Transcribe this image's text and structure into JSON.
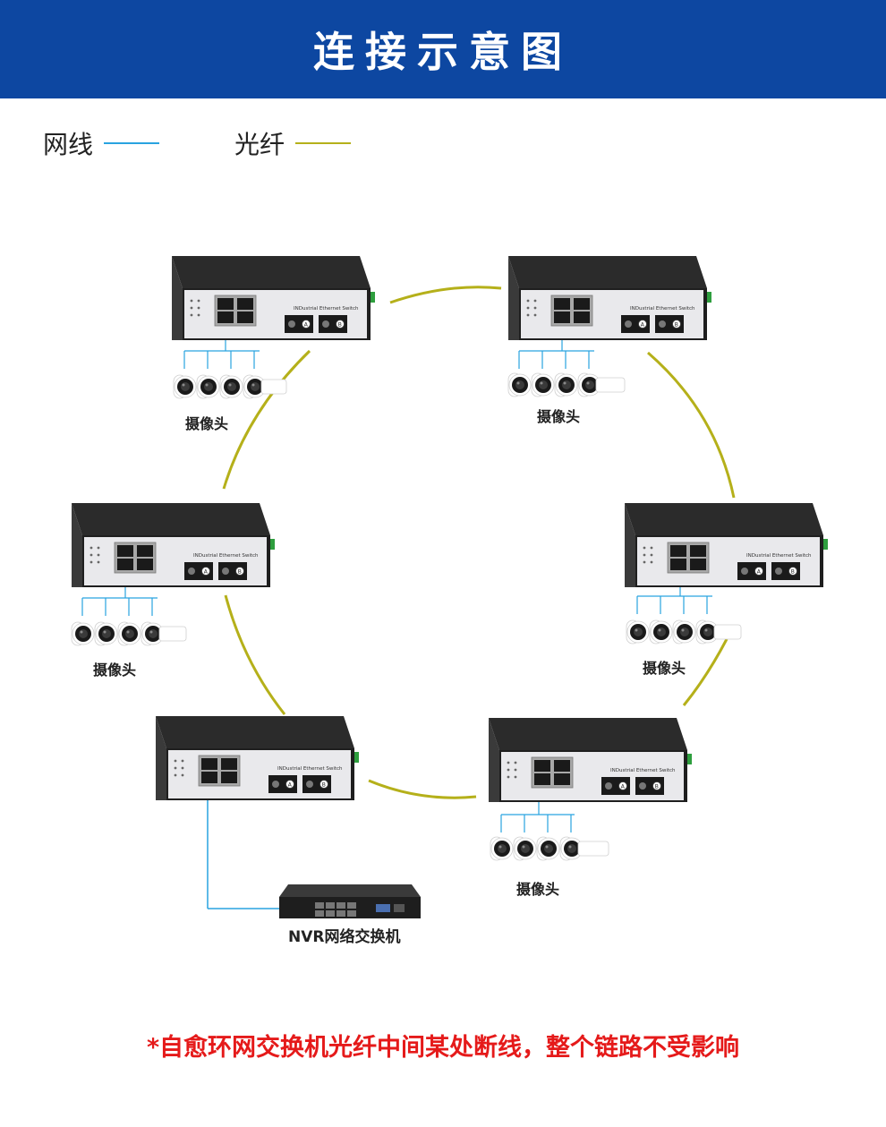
{
  "header": {
    "title": "连接示意图"
  },
  "legend": {
    "network_cable": {
      "label": "网线",
      "color": "#29a3e0"
    },
    "fiber": {
      "label": "光纤",
      "color": "#b5b01a"
    }
  },
  "switch_panel_text": "INDustrial Ethernet Switch",
  "fiber_port_labels": [
    "A",
    "B"
  ],
  "camera_label": "摄像头",
  "nvr_label": "NVR网络交换机",
  "footer_note": "*自愈环网交换机光纤中间某处断线，整个链路不受影响",
  "colors": {
    "header_bg": "#0d47a1",
    "note": "#e51a1a",
    "cable": "#29a3e0",
    "fiber": "#b5b01a"
  },
  "icons": [
    "industrial-switch",
    "bullet-camera",
    "nvr-switch"
  ]
}
